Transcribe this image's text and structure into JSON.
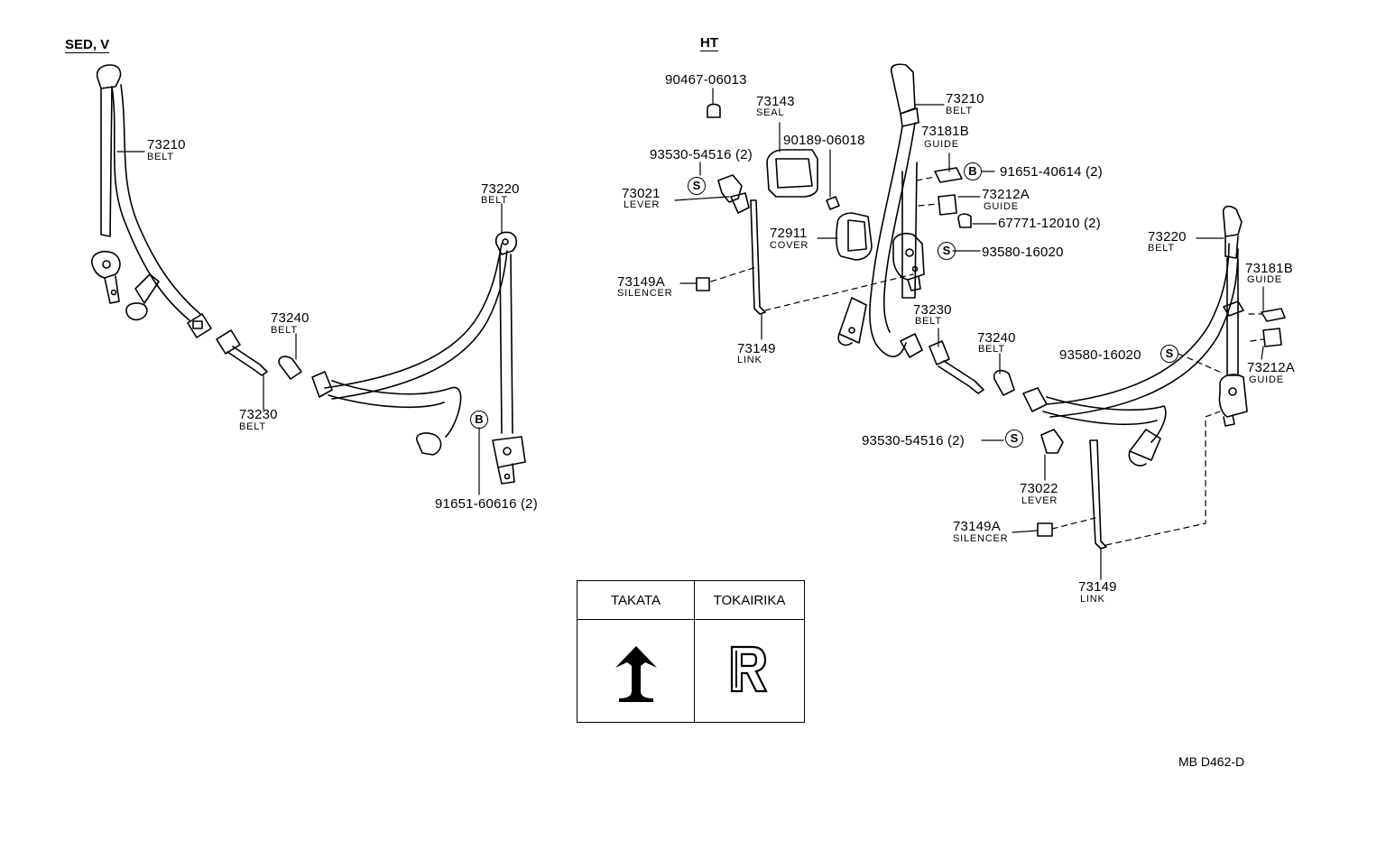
{
  "diagram": {
    "code": "MB D462-D",
    "sections": {
      "left": {
        "title": "SED, V"
      },
      "right": {
        "title": "HT"
      }
    },
    "circled_letters": {
      "s": "S",
      "b": "B"
    },
    "left_labels": [
      {
        "key": "p73210",
        "number": "73210",
        "desc": "BELT"
      },
      {
        "key": "p73220",
        "number": "73220",
        "desc": "BELT"
      },
      {
        "key": "p73240",
        "number": "73240",
        "desc": "BELT"
      },
      {
        "key": "p73230",
        "number": "73230",
        "desc": "BELT"
      },
      {
        "key": "p91651",
        "number": "91651-60616 (2)",
        "desc": ""
      }
    ],
    "right_labels": [
      {
        "key": "p90467",
        "number": "90467-06013",
        "desc": ""
      },
      {
        "key": "p73143",
        "number": "73143",
        "desc": "SEAL"
      },
      {
        "key": "p90189",
        "number": "90189-06018",
        "desc": ""
      },
      {
        "key": "p93530a",
        "number": "93530-54516 (2)",
        "desc": ""
      },
      {
        "key": "p73021",
        "number": "73021",
        "desc": "LEVER"
      },
      {
        "key": "p72911",
        "number": "72911",
        "desc": "COVER"
      },
      {
        "key": "p73149Aa",
        "number": "73149A",
        "desc": "SILENCER"
      },
      {
        "key": "p73149a",
        "number": "73149",
        "desc": "LINK"
      },
      {
        "key": "p73210h",
        "number": "73210",
        "desc": "BELT"
      },
      {
        "key": "p73181Ba",
        "number": "73181B",
        "desc": "GUIDE"
      },
      {
        "key": "p91651h",
        "number": "91651-40614 (2)",
        "desc": ""
      },
      {
        "key": "p73212Aa",
        "number": "73212A",
        "desc": "GUIDE"
      },
      {
        "key": "p67771",
        "number": "67771-12010 (2)",
        "desc": ""
      },
      {
        "key": "p93580a",
        "number": "93580-16020",
        "desc": ""
      },
      {
        "key": "p73230h",
        "number": "73230",
        "desc": "BELT"
      },
      {
        "key": "p73240h",
        "number": "73240",
        "desc": "BELT"
      },
      {
        "key": "p73220h",
        "number": "73220",
        "desc": "BELT"
      },
      {
        "key": "p73181Bb",
        "number": "73181B",
        "desc": "GUIDE"
      },
      {
        "key": "p93580b",
        "number": "93580-16020",
        "desc": ""
      },
      {
        "key": "p73212Ab",
        "number": "73212A",
        "desc": "GUIDE"
      },
      {
        "key": "p93530b",
        "number": "93530-54516 (2)",
        "desc": ""
      },
      {
        "key": "p73022",
        "number": "73022",
        "desc": "LEVER"
      },
      {
        "key": "p73149Ab",
        "number": "73149A",
        "desc": "SILENCER"
      },
      {
        "key": "p73149b",
        "number": "73149",
        "desc": "LINK"
      }
    ],
    "legend": {
      "col1": {
        "header": "TAKATA",
        "logo": "takata-logo-icon"
      },
      "col2": {
        "header": "TOKAIRIKA",
        "logo": "tokairika-logo-icon"
      }
    }
  }
}
